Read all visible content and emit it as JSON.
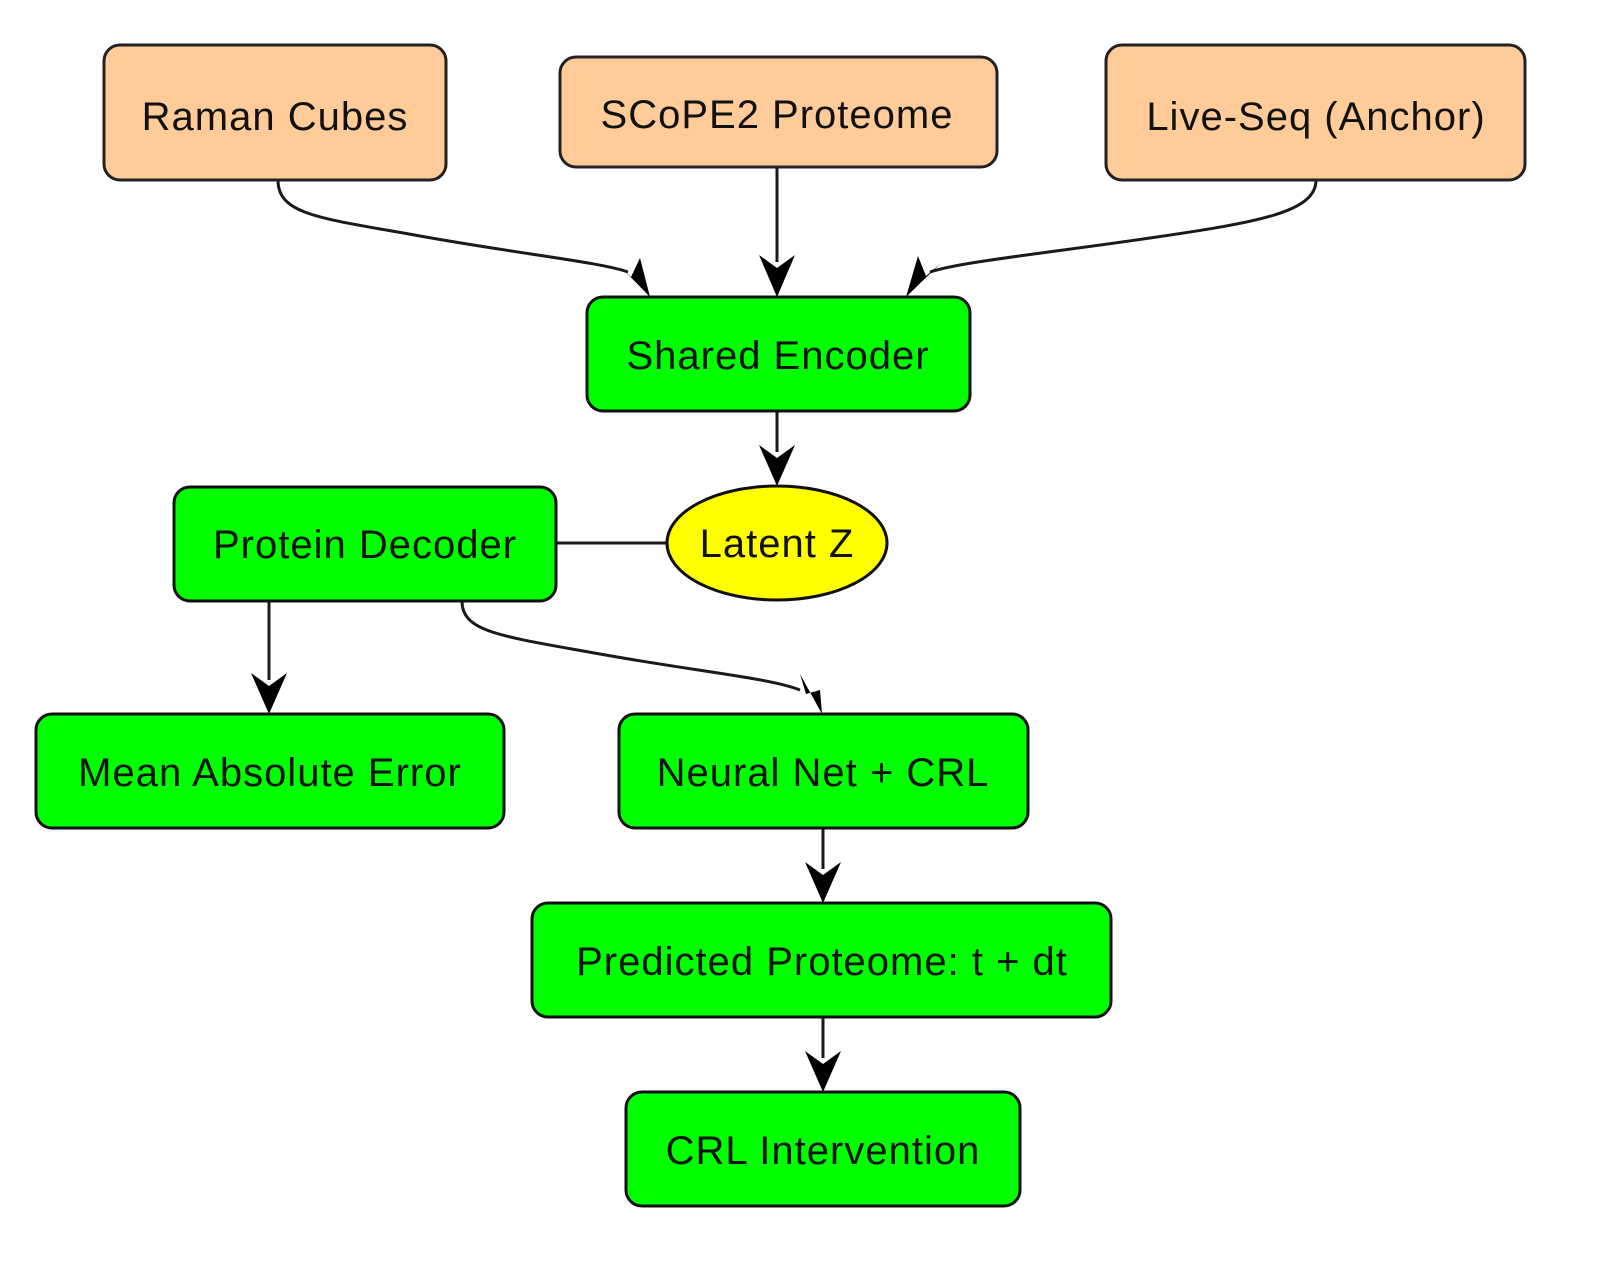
{
  "diagram": {
    "colors": {
      "input": "#FFCC99",
      "process": "#00FF00",
      "latent": "#FFFF00",
      "stroke": "#222222"
    },
    "nodes": {
      "raman": {
        "label": "Raman Cubes",
        "kind": "input"
      },
      "scope2": {
        "label": "SCoPE2 Proteome",
        "kind": "input"
      },
      "liveseq": {
        "label": "Live-Seq (Anchor)",
        "kind": "input"
      },
      "encoder": {
        "label": "Shared Encoder",
        "kind": "process"
      },
      "latent": {
        "label": "Latent Z",
        "kind": "latent"
      },
      "decoder": {
        "label": "Protein Decoder",
        "kind": "process"
      },
      "mae": {
        "label": "Mean Absolute Error",
        "kind": "process"
      },
      "nncrl": {
        "label": "Neural Net + CRL",
        "kind": "process"
      },
      "predicted": {
        "label": "Predicted Proteome: t + dt",
        "kind": "process"
      },
      "intervention": {
        "label": "CRL Intervention",
        "kind": "process"
      }
    },
    "edges": [
      {
        "from": "raman",
        "to": "encoder",
        "directed": true
      },
      {
        "from": "scope2",
        "to": "encoder",
        "directed": true
      },
      {
        "from": "liveseq",
        "to": "encoder",
        "directed": true
      },
      {
        "from": "encoder",
        "to": "latent",
        "directed": true
      },
      {
        "from": "decoder",
        "to": "latent",
        "directed": false
      },
      {
        "from": "decoder",
        "to": "mae",
        "directed": true
      },
      {
        "from": "decoder",
        "to": "nncrl",
        "directed": true
      },
      {
        "from": "nncrl",
        "to": "predicted",
        "directed": true
      },
      {
        "from": "predicted",
        "to": "intervention",
        "directed": true
      }
    ]
  }
}
